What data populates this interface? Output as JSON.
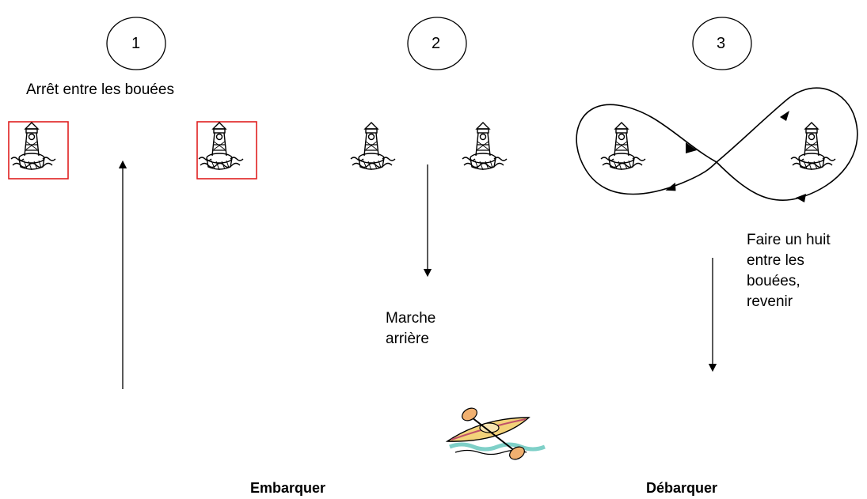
{
  "steps": [
    {
      "number": "1"
    },
    {
      "number": "2"
    },
    {
      "number": "3"
    }
  ],
  "labels": {
    "stop_between_buoys": "Arrêt entre les bouées",
    "reverse": "Marche\narrière",
    "figure_eight": "Faire un huit\nentre les\nbouées,\nrevenir",
    "embark": "Embarquer",
    "disembark": "Débarquer"
  },
  "colors": {
    "highlight_box": "#e02020",
    "kayak_hull": "#f3d27a",
    "water": "#7fd0c8",
    "paddle": "#f0b070"
  },
  "icons": [
    "buoy-icon",
    "kayak-icon"
  ]
}
